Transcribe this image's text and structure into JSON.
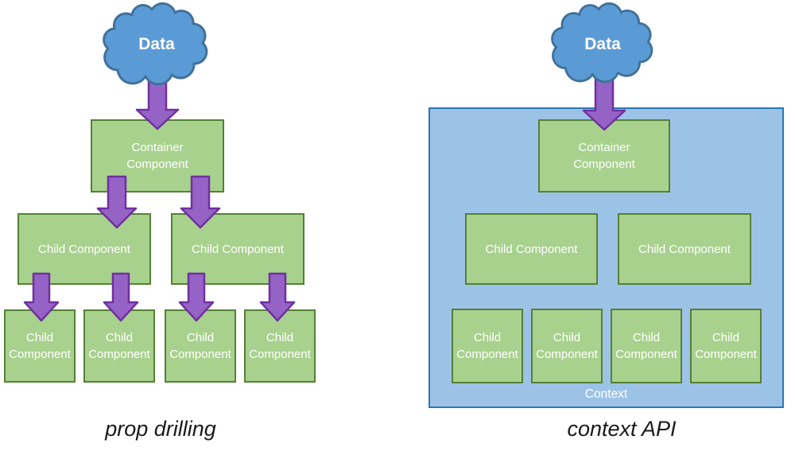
{
  "panels": {
    "left": {
      "caption": "prop drilling",
      "cloud_label": "Data",
      "container_label": "Container Component",
      "mid_children": [
        "Child Component",
        "Child Component"
      ],
      "leaf_children": [
        "Child Component",
        "Child Component",
        "Child Component",
        "Child Component"
      ]
    },
    "right": {
      "caption": "context API",
      "cloud_label": "Data",
      "container_label": "Container Component",
      "context_label": "Context",
      "mid_children": [
        "Child Component",
        "Child Component"
      ],
      "leaf_children": [
        "Child Component",
        "Child Component",
        "Child Component",
        "Child Component"
      ]
    }
  },
  "colors": {
    "cloud_fill": "#5b9bd5",
    "cloud_border": "#41719c",
    "arrow_fill": "#9563c6",
    "arrow_border": "#7030a0",
    "box_fill": "#a9d18e",
    "box_border": "#538135",
    "context_fill": "#9cc3e6",
    "context_border": "#2e75b6",
    "caption_color": "#1a1a1a"
  }
}
